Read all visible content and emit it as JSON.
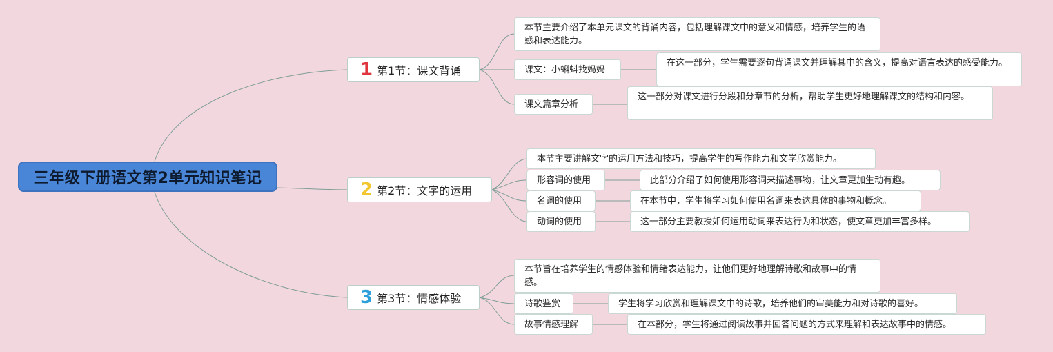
{
  "root": {
    "title": "三年级下册语文第2单元知识笔记"
  },
  "sections": [
    {
      "number": "1",
      "number_color": "#e0343f",
      "title": "第1节：课文背诵",
      "summary": "本节主要介绍了本单元课文的背诵内容，包括理解课文中的意义和情感，培养学生的语感和表达能力。",
      "items": [
        {
          "label": "课文：小蝌蚪找妈妈",
          "detail": "在这一部分，学生需要逐句背诵课文并理解其中的含义，提高对语言表达的感受能力。"
        },
        {
          "label": "课文篇章分析",
          "detail": "这一部分对课文进行分段和分章节的分析，帮助学生更好地理解课文的结构和内容。"
        }
      ]
    },
    {
      "number": "2",
      "number_color": "#f2c62f",
      "title": "第2节：文字的运用",
      "summary": "本节主要讲解文字的运用方法和技巧，提高学生的写作能力和文学欣赏能力。",
      "items": [
        {
          "label": "形容词的使用",
          "detail": "此部分介绍了如何使用形容词来描述事物，让文章更加生动有趣。"
        },
        {
          "label": "名词的使用",
          "detail": "在本节中，学生将学习如何使用名词来表达具体的事物和概念。"
        },
        {
          "label": "动词的使用",
          "detail": "这一部分主要教授如何运用动词来表达行为和状态，使文章更加丰富多样。"
        }
      ]
    },
    {
      "number": "3",
      "number_color": "#2d9fd9",
      "title": "第3节：情感体验",
      "summary": "本节旨在培养学生的情感体验和情绪表达能力，让他们更好地理解诗歌和故事中的情感。",
      "items": [
        {
          "label": "诗歌鉴赏",
          "detail": "学生将学习欣赏和理解课文中的诗歌，培养他们的审美能力和对诗歌的喜好。"
        },
        {
          "label": "故事情感理解",
          "detail": "在本部分，学生将通过阅读故事并回答问题的方式来理解和表达故事中的情感。"
        }
      ]
    }
  ],
  "colors": {
    "background": "#f3d7df",
    "root_fill": "#4a86d8",
    "link_color": "#7f9e96"
  }
}
